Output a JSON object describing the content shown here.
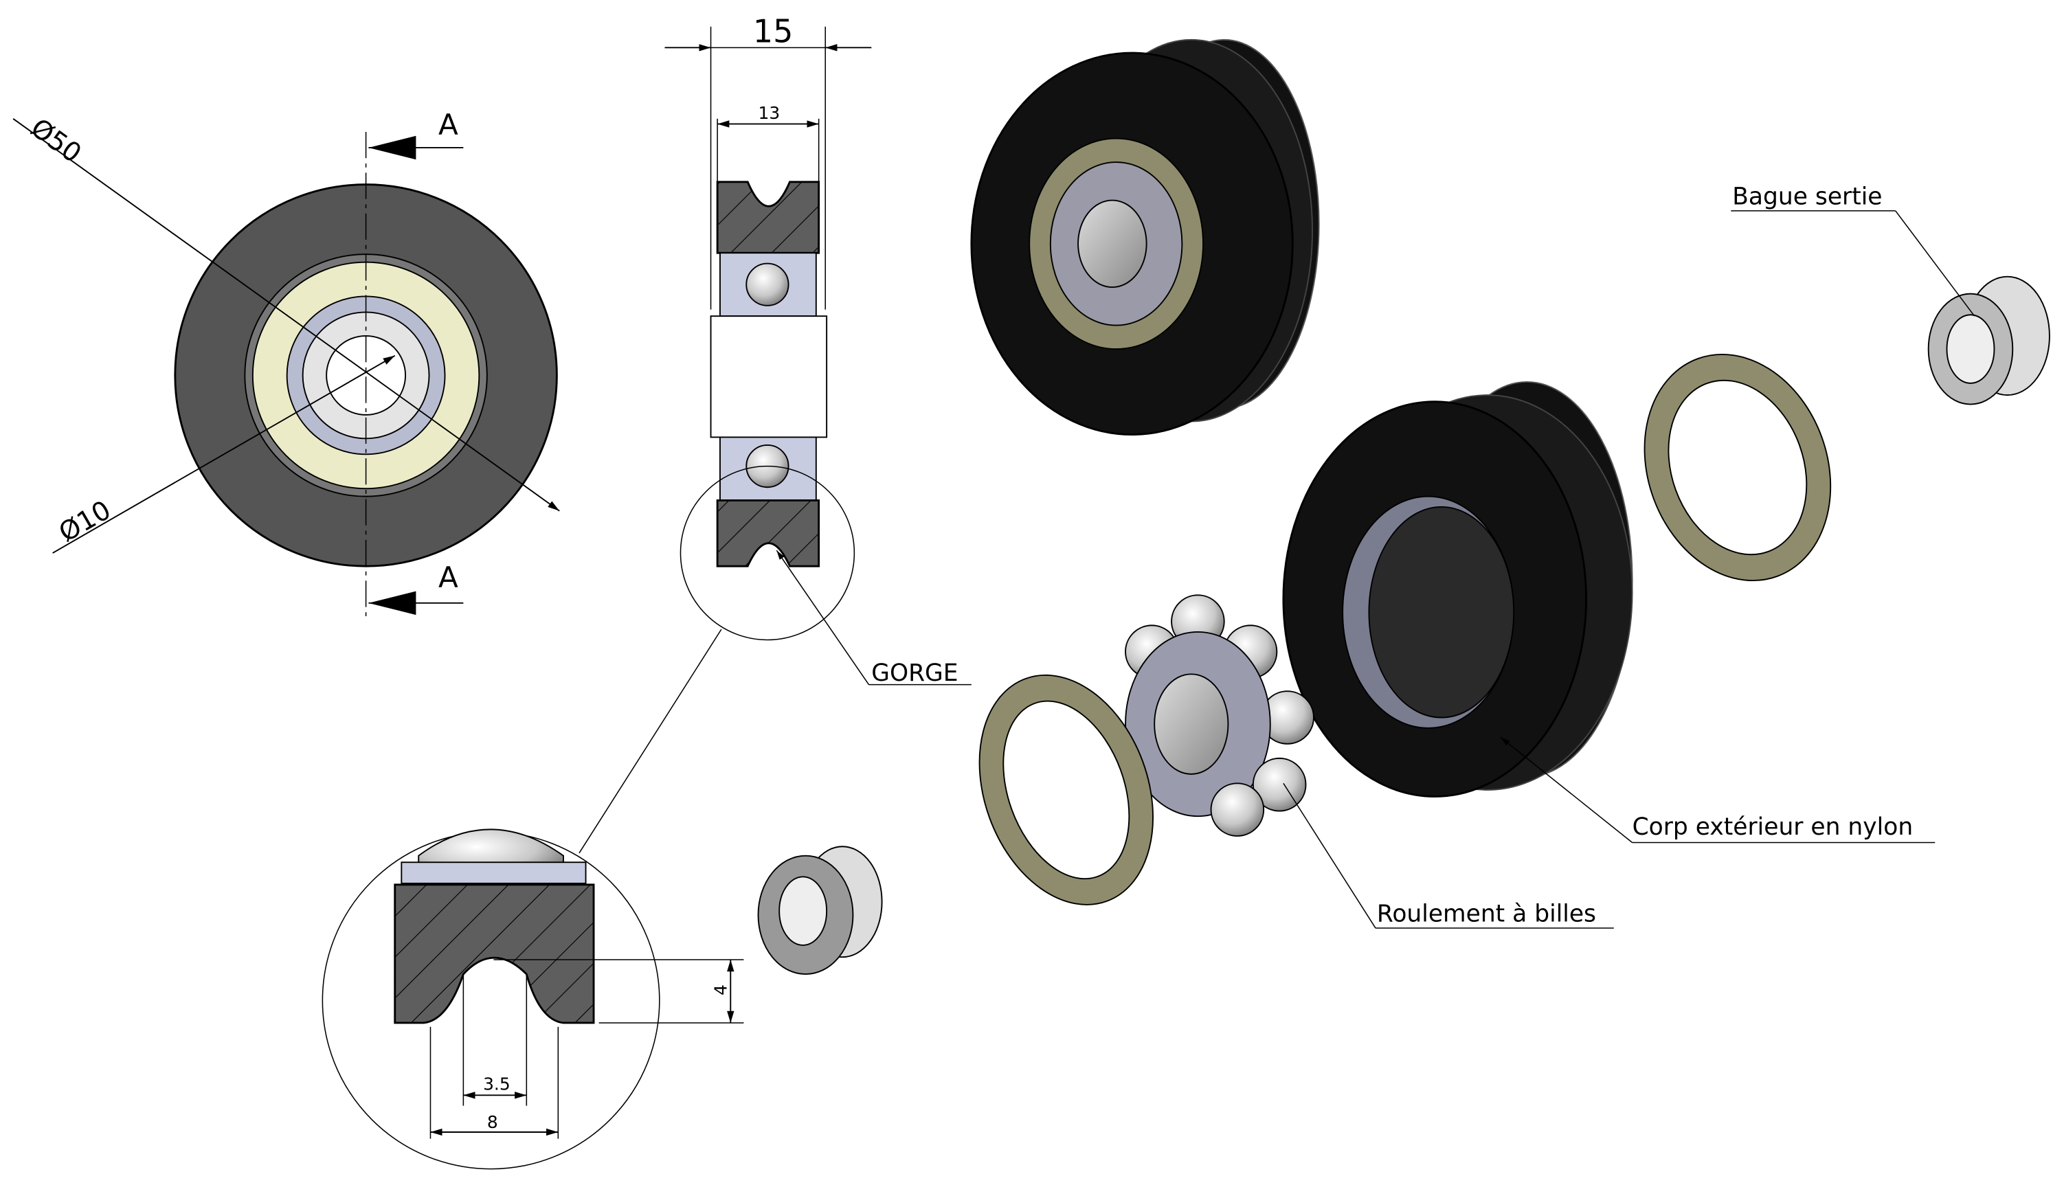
{
  "front_view": {
    "section_label_top": "A",
    "section_label_bottom": "A",
    "outer_diameter": "Ø50",
    "bore_diameter": "Ø10"
  },
  "section_view": {
    "overall_width": "15",
    "inner_width": "13",
    "groove_label": "GORGE"
  },
  "detail_view": {
    "groove_depth": "4",
    "groove_inner_width": "3.5",
    "groove_outer_width": "8"
  },
  "exploded_view": {
    "labels": {
      "crimped_ring": "Bague sertie",
      "outer_body": "Corp extérieur en nylon",
      "bearing": "Roulement à billes"
    }
  },
  "colors": {
    "nylon_body": "#1a1a1a",
    "section_body": "#555555",
    "washer": "#8e8c6c",
    "bearing_ring": "#b8bcd0",
    "front_ring": "#ecebc8"
  }
}
